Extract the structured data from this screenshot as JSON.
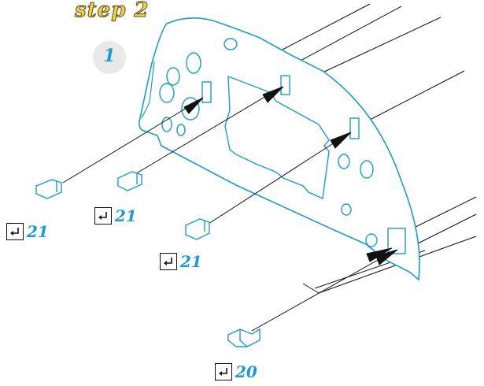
{
  "step": {
    "title": "step 2",
    "number": "1"
  },
  "callouts": [
    {
      "qty": "21",
      "icon": "return-arrow-icon"
    },
    {
      "qty": "21",
      "icon": "return-arrow-icon"
    },
    {
      "qty": "21",
      "icon": "return-arrow-icon"
    },
    {
      "qty": "20",
      "icon": "return-arrow-icon"
    }
  ],
  "colors": {
    "accent": "#1a9bd7",
    "title_fill": "#f2d24a",
    "badge": "#e9e9e9",
    "line": "#111111"
  }
}
